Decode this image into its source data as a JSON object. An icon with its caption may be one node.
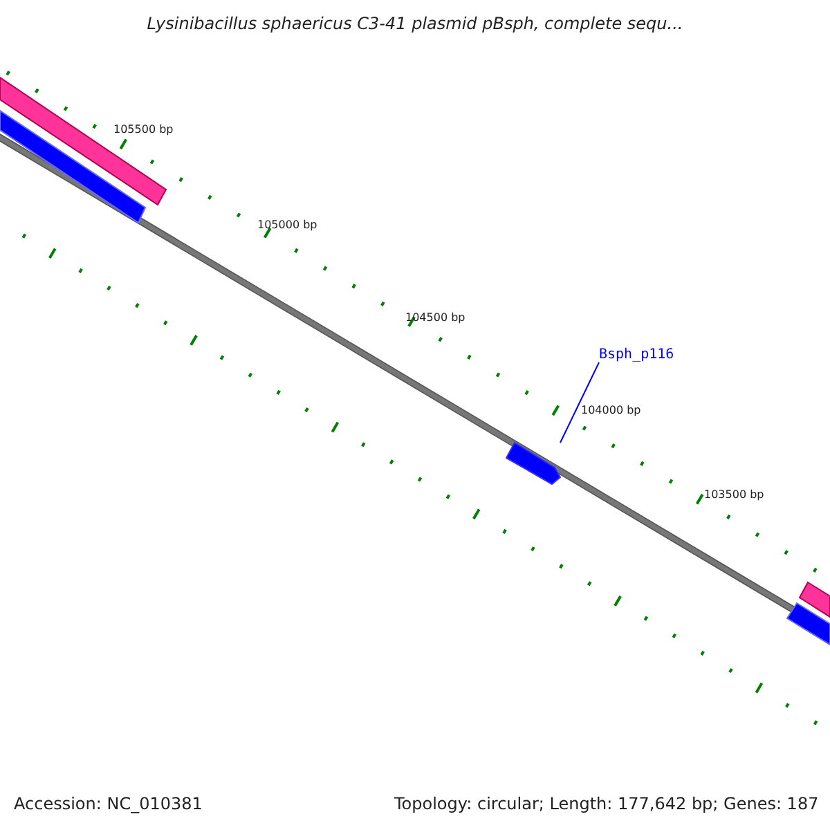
{
  "diagram": {
    "title": "Lysinibacillus sphaericus C3-41 plasmid pBsph, complete sequ...",
    "nodes": [
      {
        "text": [
          "Bsph_p116"
        ]
      },
      {
        "text": [],
        "shape": "bar"
      }
    ],
    "edges": [
      {
        "from": 0,
        "to": 1,
        "arrow": "none"
      }
    ],
    "labels": [
      "105500 bp",
      "105000 bp",
      "104500 bp",
      "104000 bp",
      "103500 bp",
      "Accession: NC_010381",
      "Topology: circular; Length: 177,642 bp; Genes: 187"
    ]
  }
}
